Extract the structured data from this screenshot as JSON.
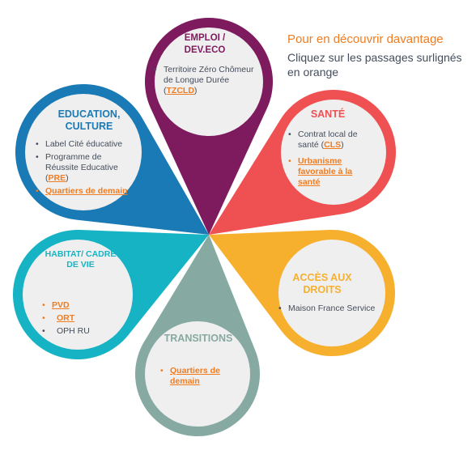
{
  "info": {
    "title": "Pour en découvrir davantage",
    "subtitle": "Cliquez sur les passages surlignés en orange"
  },
  "colors": {
    "emploi": "#7e1a5e",
    "sante": "#ef5152",
    "acces": "#f6b02e",
    "transitions": "#86aaa1",
    "habitat": "#16b3c4",
    "education": "#1a7ab6",
    "link": "#f07c1f",
    "text": "#444e5c",
    "circle": "#f0efef"
  },
  "emploi": {
    "title": "EMPLOI / DEV.ECO",
    "item1_text": "Territoire Zéro Chômeur de Longue Durée (",
    "item1_link": "TZCLD",
    "item1_end": ")"
  },
  "sante": {
    "title": "SANTÉ",
    "item1_text": "Contrat local de santé (",
    "item1_link": "CLS",
    "item1_end": ")",
    "item2_link": "Urbanisme favorable à la santé"
  },
  "acces": {
    "title": "ACCÈS AUX DROITS",
    "item1": "Maison France Service"
  },
  "transitions": {
    "title": "TRANSITIONS",
    "item1_link": "Quartiers de demain"
  },
  "habitat": {
    "title": "HABITAT/ CADRE DE VIE",
    "item1_link": "PVD",
    "item2_link": "ORT",
    "item3": "OPH RU"
  },
  "education": {
    "title": "EDUCATION, CULTURE",
    "item1": "Label Cité éducative",
    "item2_text": "Programme de Réussite Educative (",
    "item2_link": "PRE",
    "item2_end": ")",
    "item3_link": "Quartiers de demain"
  }
}
